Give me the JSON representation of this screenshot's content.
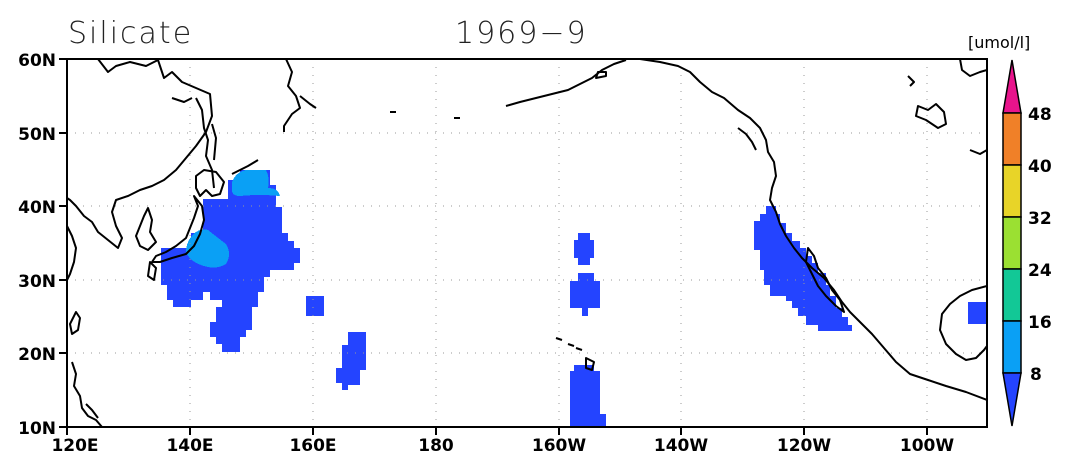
{
  "header": {
    "variable": "Silicate",
    "date": "1969−9",
    "units": "[umol/l]"
  },
  "map": {
    "lon_range": [
      120,
      270
    ],
    "lat_range": [
      10,
      60
    ],
    "x_ticks": [
      {
        "lon": 120,
        "label": "120E"
      },
      {
        "lon": 140,
        "label": "140E"
      },
      {
        "lon": 160,
        "label": "160E"
      },
      {
        "lon": 180,
        "label": "180"
      },
      {
        "lon": 200,
        "label": "160W"
      },
      {
        "lon": 220,
        "label": "140W"
      },
      {
        "lon": 240,
        "label": "120W"
      },
      {
        "lon": 260,
        "label": "100W"
      }
    ],
    "y_ticks": [
      {
        "lat": 60,
        "label": "60N"
      },
      {
        "lat": 50,
        "label": "50N"
      },
      {
        "lat": 40,
        "label": "40N"
      },
      {
        "lat": 30,
        "label": "30N"
      },
      {
        "lat": 20,
        "label": "20N"
      },
      {
        "lat": 10,
        "label": "10N"
      }
    ],
    "grid": "dotted"
  },
  "colorbar": {
    "levels": [
      8,
      16,
      24,
      32,
      40,
      48
    ],
    "colors": [
      "#2444ff",
      "#0aa0f5",
      "#12c896",
      "#9be032",
      "#e8d428",
      "#f08028",
      "#e8148c"
    ],
    "extend": "both"
  },
  "chart_data": {
    "type": "heatmap",
    "title": "Silicate",
    "subtitle": "1969−9",
    "units": "[umol/l]",
    "xlabel": "",
    "ylabel": "",
    "xlim": [
      120,
      270
    ],
    "ylim": [
      10,
      60
    ],
    "color_levels": [
      8,
      16,
      24,
      32,
      40,
      48
    ],
    "regions": [
      {
        "name": "",
        "lon": [
          137,
          159
        ],
        "lat": [
          20,
          45
        ],
        "range": "<8 to 8–16"
      },
      {
        "name": "",
        "lon": [
          159,
          162
        ],
        "lat": [
          25,
          27
        ],
        "range": "<8"
      },
      {
        "name": "",
        "lon": [
          164,
          168
        ],
        "lat": [
          15,
          23
        ],
        "range": "<8"
      },
      {
        "name": "",
        "lon": [
          198,
          202
        ],
        "lat": [
          10,
          37
        ],
        "range": "<8"
      },
      {
        "name": "",
        "lon": [
          233,
          243
        ],
        "lat": [
          23,
          40
        ],
        "range": "<8"
      },
      {
        "name": "",
        "lon": [
          268,
          270
        ],
        "lat": [
          24,
          27
        ],
        "range": "<8"
      }
    ]
  }
}
